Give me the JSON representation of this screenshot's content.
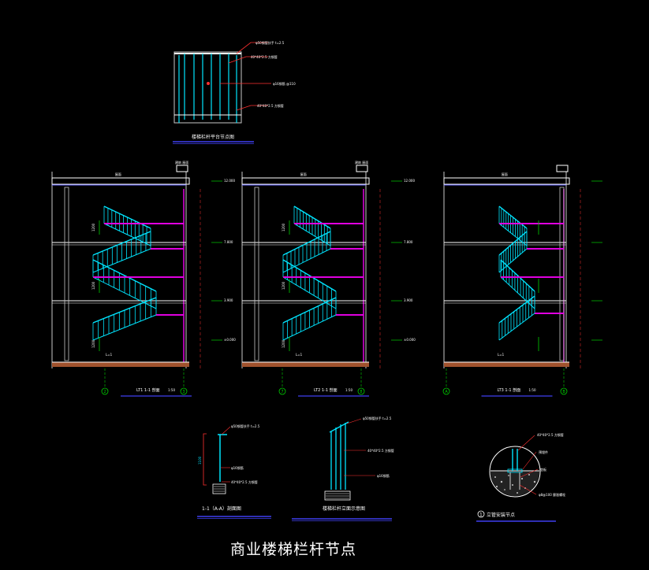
{
  "title": "商业楼梯栏杆节点",
  "colors": {
    "background": "#000000",
    "stair": "#00e5ff",
    "wall": "#c9c9c9",
    "slab": "#ffffff",
    "dim": "#00d000",
    "leader": "#ff3030",
    "text": "#ffffff",
    "magenta": "#e000e0",
    "underline": "#3f3ff0",
    "ground": "#a0522d"
  },
  "elevation_detail": {
    "caption": "楼梯栏杆平台节点图",
    "labels": [
      "φ50钢管扶手 t=2.5",
      "40*40*2.5 方钢管",
      "φ16钢筋 @110",
      "40*40*2.5 方钢管"
    ]
  },
  "sections": [
    {
      "caption": "LT1 1-1 剖面",
      "scale": "1:50",
      "axis_left": "2",
      "axis_right": "3",
      "roof_label": "屋面",
      "mark_top": "建筑 屋面",
      "flight_labels": [
        "1200",
        "1200",
        "1200"
      ],
      "level_marks": [
        "12.000",
        "7.800",
        "3.900",
        "±0.000"
      ],
      "step_label": "L=1"
    },
    {
      "caption": "LT2 1-1 剖面",
      "scale": "1:50",
      "axis_left": "7",
      "axis_right": "8",
      "roof_label": "屋面",
      "mark_top": "建筑 屋面",
      "flight_labels": [
        "1200",
        "1200",
        "1200"
      ],
      "level_marks": [
        "12.000",
        "7.800",
        "3.900",
        "±0.000"
      ],
      "step_label": "L=1"
    },
    {
      "caption": "LT3 1-1 剖面",
      "scale": "1:50",
      "axis_left": "A",
      "axis_right": "B",
      "roof_label": "屋面",
      "mark_top": "",
      "flight_labels": [
        "",
        "",
        ""
      ],
      "level_marks": [
        "",
        "",
        "",
        ""
      ],
      "step_label": "L=1"
    }
  ],
  "detail_a": {
    "caption": "1-1（A-A）剖面图",
    "labels": [
      "φ50钢管扶手 t=2.5",
      "φ16钢筋",
      "40*40*2.5 方钢管"
    ],
    "height": "1100"
  },
  "detail_b": {
    "caption": "楼梯栏杆立面示意图",
    "labels": [
      "φ50钢管扶手 t=2.5",
      "40*40*2.5 方钢管",
      "φ16钢筋"
    ]
  },
  "detail_c": {
    "caption": "立管安装节点",
    "number": "1",
    "labels": [
      "40*40*2.5 方钢管",
      "预埋件",
      "垫板",
      "φ8@100 膨胀螺栓"
    ]
  }
}
